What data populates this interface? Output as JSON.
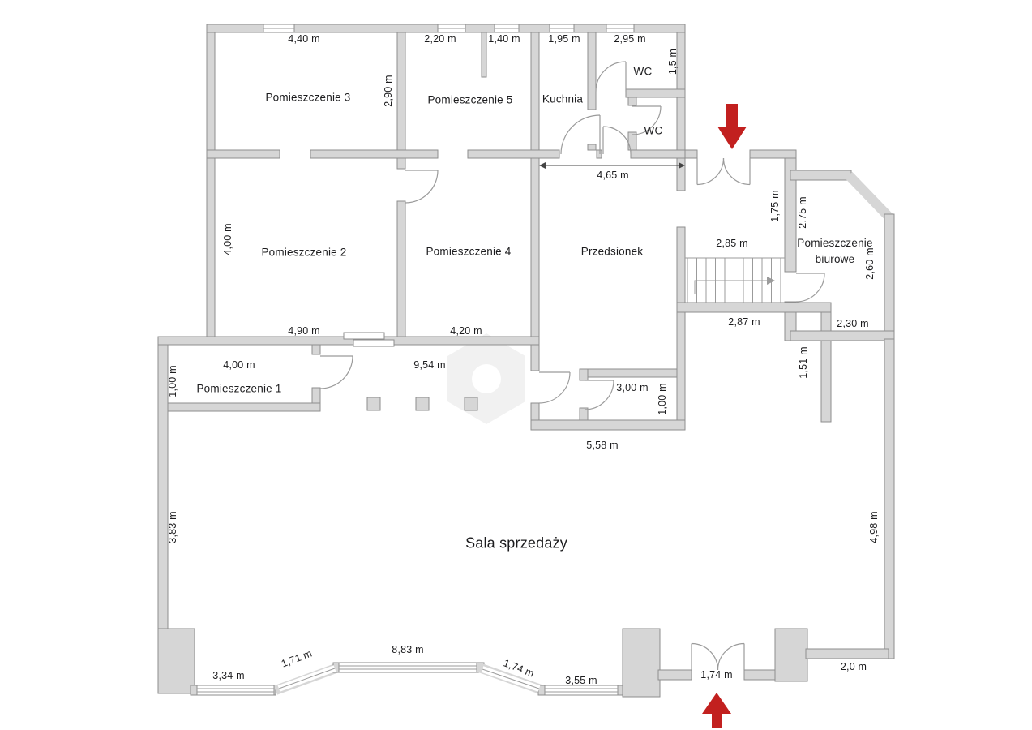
{
  "rooms": {
    "pom3": "Pomieszczenie 3",
    "pom5": "Pomieszczenie 5",
    "kuchnia": "Kuchnia",
    "wc_gorne": "WC",
    "wc_dolne": "WC",
    "pom2": "Pomieszczenie 2",
    "pom4": "Pomieszczenie 4",
    "przedsionek": "Przedsionek",
    "biurowe": "Pomieszczenie biurowe",
    "pom1": "Pomieszczenie 1",
    "sala": "Sala sprzedaży"
  },
  "dims": {
    "d440": "4,40 m",
    "d220": "2,20 m",
    "d140": "1,40 m",
    "d195": "1,95 m",
    "d295": "2,95 m",
    "d15": "1,5 m",
    "d290": "2,90 m",
    "d465": "4,65 m",
    "d175": "1,75 m",
    "d275": "2,75 m",
    "d400_pom2": "4,00 m",
    "d285": "2,85 m",
    "d260": "2,60 m",
    "d490": "4,90 m",
    "d420": "4,20 m",
    "d287": "2,87 m",
    "d230": "2,30 m",
    "d400_pom1": "4,00 m",
    "d954": "9,54 m",
    "d100_pom1": "1,00 m",
    "d151": "1,51 m",
    "d300": "3,00 m",
    "d100_store": "1,00 m",
    "d558": "5,58 m",
    "d383": "3,83 m",
    "d498": "4,98 m",
    "d334": "3,34 m",
    "d171": "1,71 m",
    "d883": "8,83 m",
    "d174_okno": "1,74 m",
    "d355": "3,55 m",
    "d174_drzwi": "1,74 m",
    "d20": "2,0 m"
  },
  "colors": {
    "wall_fill": "#d6d6d6",
    "wall_edge": "#8e8e8e",
    "line": "#9b9b9b",
    "text": "#1c1c1e",
    "entrance_arrow": "#c2201f",
    "watermark": "#e6e6e6"
  }
}
